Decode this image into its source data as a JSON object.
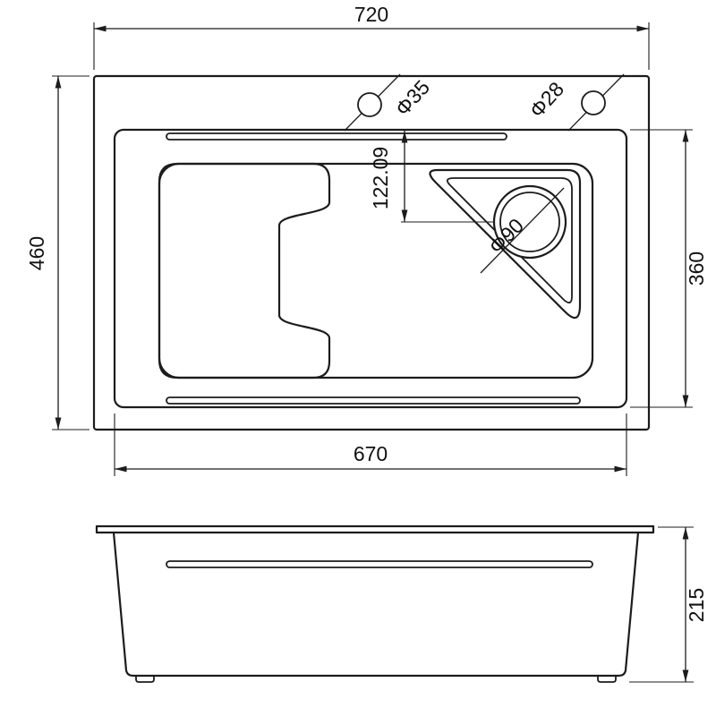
{
  "drawing": {
    "title": "sink-technical-drawing",
    "colors": {
      "line": "#1c1c1c",
      "background": "#ffffff"
    },
    "top_view": {
      "outer_width": "720",
      "outer_height": "460",
      "inner_width": "670",
      "inner_height": "360",
      "drain_offset": "122.09",
      "faucet_hole": "Φ35",
      "accessory_hole": "Φ28",
      "drain_diameter": "Φ90"
    },
    "side_view": {
      "depth": "215"
    }
  }
}
